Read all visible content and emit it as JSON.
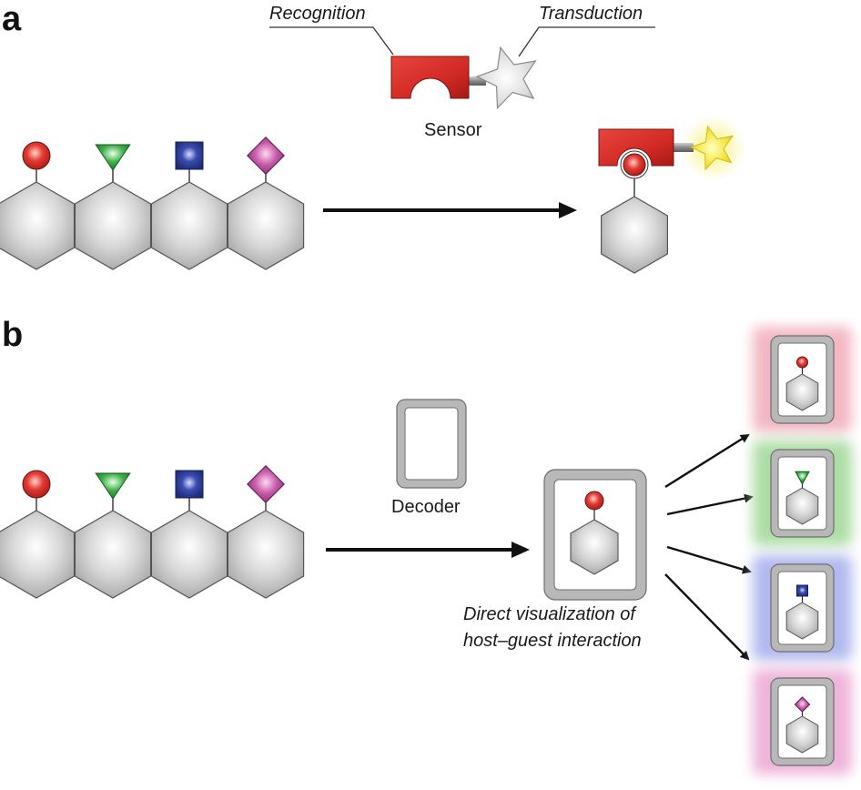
{
  "panels": {
    "a": {
      "letter": "a",
      "recognition_label": "Recognition",
      "transduction_label": "Transduction",
      "sensor_label": "Sensor"
    },
    "b": {
      "letter": "b",
      "decoder_label": "Decoder",
      "visualization_line1": "Direct visualization of",
      "visualization_line2": "host–guest interaction"
    }
  },
  "guests": [
    {
      "shape": "circle",
      "color": "#d9342b"
    },
    {
      "shape": "triangle",
      "color": "#2f9e3a"
    },
    {
      "shape": "square",
      "color": "#2c3f9a"
    },
    {
      "shape": "diamond",
      "color": "#b8459a"
    }
  ],
  "colors": {
    "sensor_red": "#d22a26",
    "glow_yellow": "#f3e94a",
    "host_gray": "#c8c8c8",
    "frame_gray": "#9a9a9a",
    "glow_red": "#f2b4bf",
    "glow_green": "#a9dca0",
    "glow_blue": "#aeb6ee",
    "glow_magenta": "#eeb0d8"
  }
}
